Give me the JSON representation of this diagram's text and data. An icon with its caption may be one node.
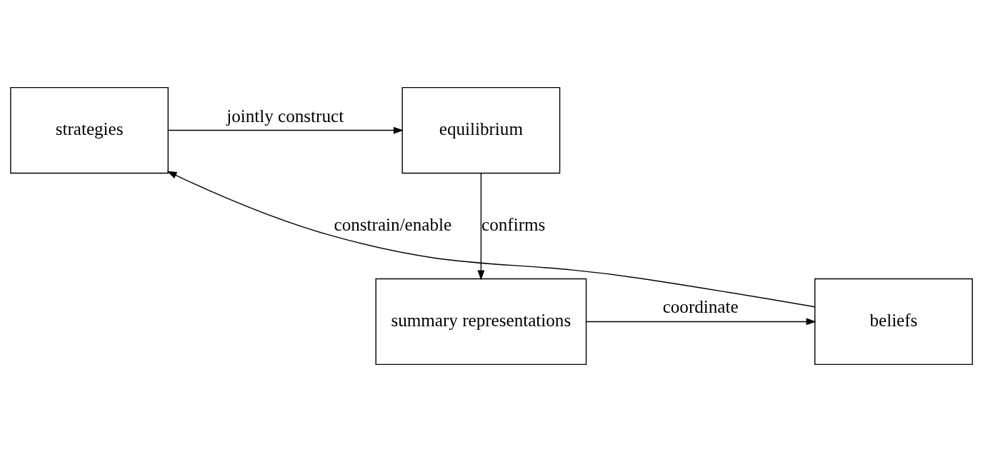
{
  "diagram": {
    "nodes": [
      {
        "text": [
          "strategies"
        ]
      },
      {
        "text": [
          "equilibrium"
        ]
      },
      {
        "text": [
          "beliefs"
        ]
      },
      {
        "text": [
          "summary representations"
        ]
      }
    ],
    "edges": [
      {
        "from": 0,
        "to": 1,
        "arrow": "to",
        "label": "jointly construct"
      },
      {
        "from": 1,
        "to": 3,
        "arrow": "to",
        "label": "confirms"
      },
      {
        "from": 3,
        "to": 2,
        "arrow": "to",
        "label": "coordinate"
      },
      {
        "from": 2,
        "to": 0,
        "arrow": "to",
        "label": "constrain/enable"
      }
    ]
  }
}
